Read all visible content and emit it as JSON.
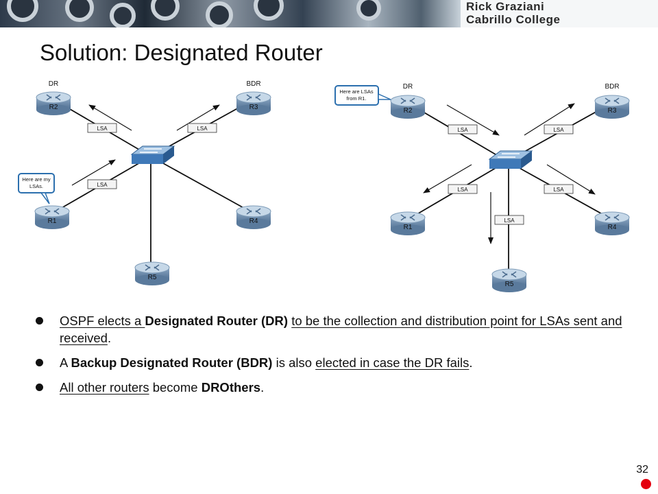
{
  "banner": {
    "line1": "Rick Graziani",
    "line2": "Cabrillo College"
  },
  "title": "Solution: Designated Router",
  "diagram_left": {
    "role_dr": "DR",
    "role_bdr": "BDR",
    "routers": [
      "R2",
      "R3",
      "R1",
      "R4",
      "R5"
    ],
    "lsa_label": "LSA",
    "callout": [
      "Here are my",
      "LSAs."
    ]
  },
  "diagram_right": {
    "role_dr": "DR",
    "role_bdr": "BDR",
    "routers": [
      "R2",
      "R3",
      "R1",
      "R4",
      "R5"
    ],
    "lsa_label": "LSA",
    "callout": [
      "Here are LSAs",
      "from R1."
    ]
  },
  "bullets": [
    {
      "parts": [
        {
          "text": "OSPF elects a ",
          "u": true
        },
        {
          "text": "Designated Router (DR)",
          "b": true
        },
        {
          "text": " "
        },
        {
          "text": "to be the collection and distribution point for LSAs sent and received",
          "u": true
        },
        {
          "text": "."
        }
      ]
    },
    {
      "parts": [
        {
          "text": "A "
        },
        {
          "text": "Backup Designated Router (BDR)",
          "b": true
        },
        {
          "text": " is also "
        },
        {
          "text": "elected in case the DR fails",
          "u": true
        },
        {
          "text": "."
        }
      ]
    },
    {
      "parts": [
        {
          "text": "All other routers",
          "u": true
        },
        {
          "text": " become "
        },
        {
          "text": "DROthers",
          "b": true
        },
        {
          "text": "."
        }
      ]
    }
  ],
  "page_number": "32",
  "colors": {
    "router_top": "#bcd3e6",
    "router_body": "#6f8fb0",
    "switch": "#3f79b8",
    "callout_border": "#2b6fae",
    "red_dot": "#e4000f"
  }
}
